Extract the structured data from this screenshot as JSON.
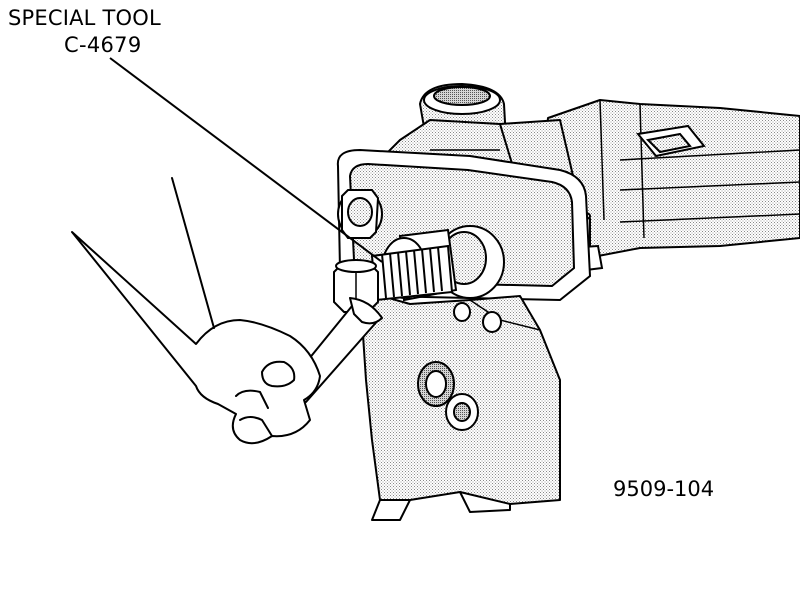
{
  "callout": {
    "line1": "SPECIAL TOOL",
    "line2": "C-4679"
  },
  "figure_number": "9509-104",
  "colors": {
    "ink": "#000000",
    "paper": "#ffffff",
    "shade": "#bdbdbd"
  }
}
